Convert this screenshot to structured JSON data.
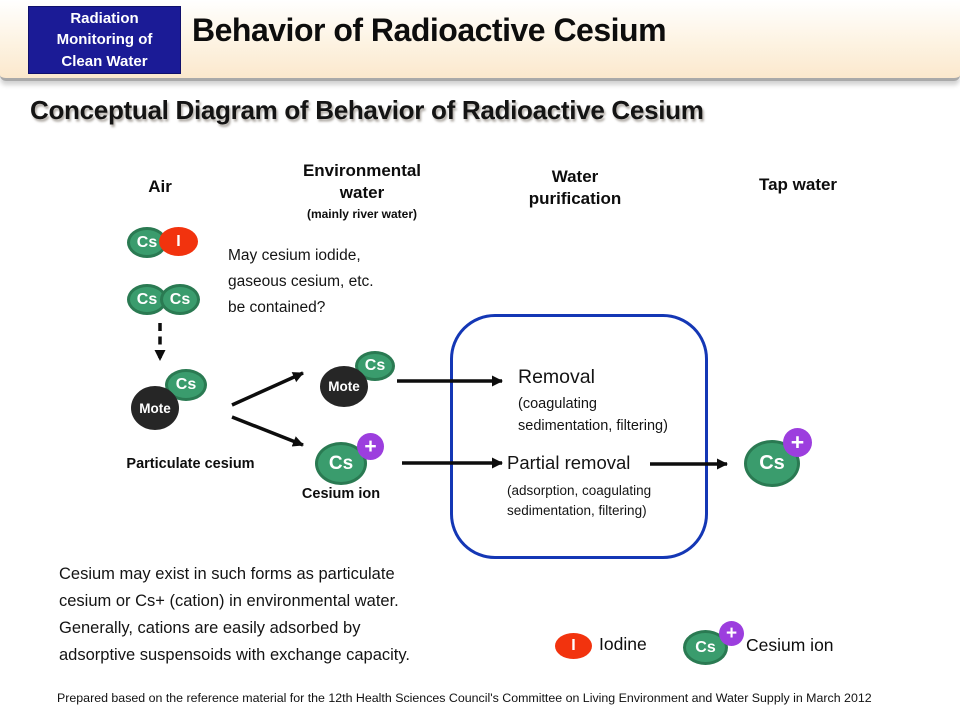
{
  "header": {
    "badge_lines": [
      "Radiation",
      "Monitoring of",
      "Clean Water"
    ],
    "title": "Behavior of Radioactive Cesium"
  },
  "subtitle": "Conceptual Diagram of Behavior of Radioactive Cesium",
  "columns": {
    "air": "Air",
    "environmental_lines": [
      "Environmental",
      "water"
    ],
    "environmental_note": "(mainly river water)",
    "purification_lines": [
      "Water",
      "purification"
    ],
    "tap": "Tap water"
  },
  "atoms": {
    "cesium": "Cs",
    "iodine": "I",
    "mote": "Mote",
    "plus": "+"
  },
  "air_section": {
    "question_lines": [
      "May cesium iodide,",
      "gaseous cesium, etc.",
      "be contained?"
    ],
    "particulate_label": "Particulate cesium"
  },
  "water_section": {
    "cesium_ion_label": "Cesium ion"
  },
  "purification_box": {
    "removal_title": "Removal",
    "removal_sub_lines": [
      "(coagulating",
      "sedimentation, filtering)"
    ],
    "partial_title": "Partial removal",
    "partial_sub_lines": [
      "(adsorption, coagulating",
      "sedimentation, filtering)"
    ]
  },
  "note_lines": [
    "Cesium may exist in such forms as particulate",
    "cesium or Cs+ (cation) in environmental water.",
    "Generally, cations are easily adsorbed by",
    "adsorptive suspensoids with exchange capacity."
  ],
  "legend": {
    "iodine": "Iodine",
    "cesium_ion": "Cesium ion"
  },
  "footer": "Prepared based on the reference material for the 12th Health Sciences Council's Committee on Living Environment and Water Supply in March 2012",
  "colors": {
    "cesium_green": "#3a9c6d",
    "cesium_green_border": "#2a7a52",
    "iodine_red": "#f2330e",
    "mote_dark": "#262626",
    "ion_purple": "#9c3ede",
    "box_blue": "#1437b5",
    "badge_navy": "#1b1b96",
    "header_cream": "#fbe8cd"
  }
}
